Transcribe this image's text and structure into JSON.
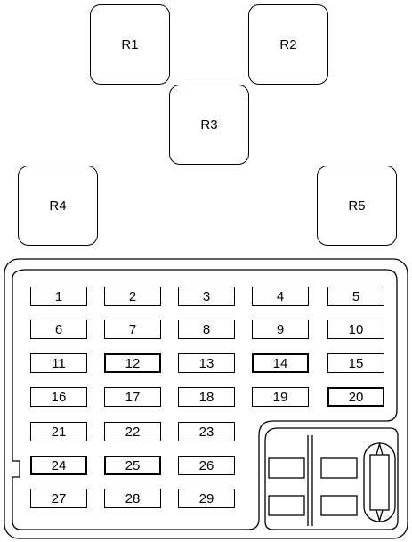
{
  "relays": [
    {
      "id": "r1",
      "label": "R1"
    },
    {
      "id": "r2",
      "label": "R2"
    },
    {
      "id": "r3",
      "label": "R3"
    },
    {
      "id": "r4",
      "label": "R4"
    },
    {
      "id": "r5",
      "label": "R5"
    }
  ],
  "fuses": [
    "1",
    "2",
    "3",
    "4",
    "5",
    "6",
    "7",
    "8",
    "9",
    "10",
    "11",
    "12",
    "13",
    "14",
    "15",
    "16",
    "17",
    "18",
    "19",
    "20",
    "21",
    "22",
    "23",
    "24",
    "25",
    "26",
    "27",
    "28",
    "29"
  ]
}
